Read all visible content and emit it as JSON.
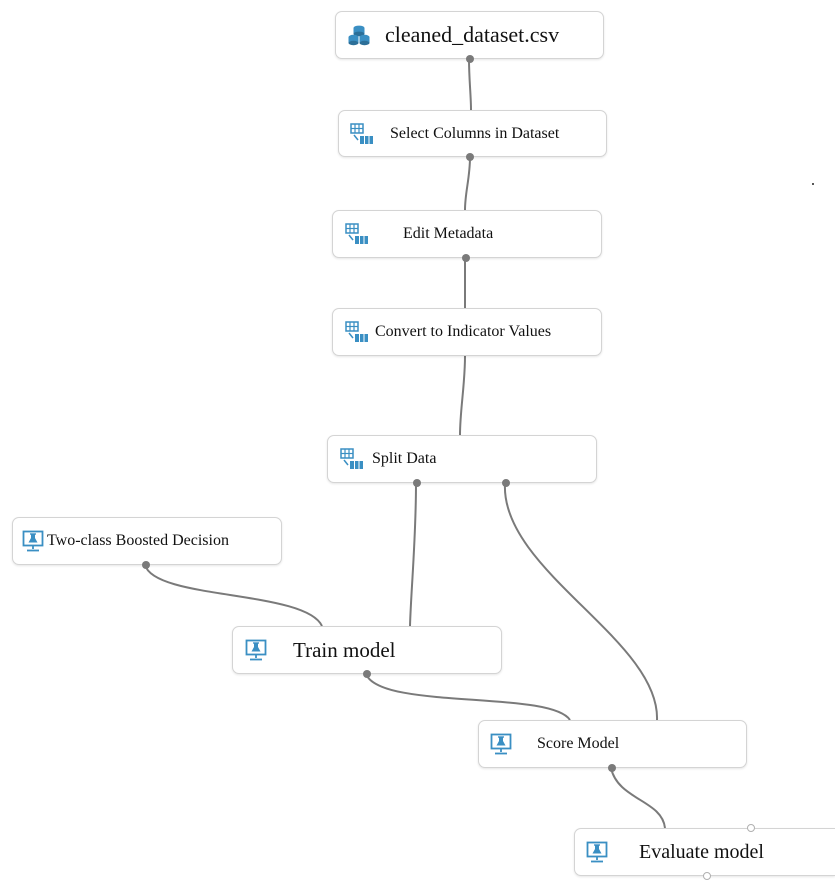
{
  "nodes": [
    {
      "id": "cleaned",
      "label": "cleaned_dataset.csv",
      "icon": "dataset-icon"
    },
    {
      "id": "selectcols",
      "label": "Select Columns in Dataset",
      "icon": "data-transform-icon"
    },
    {
      "id": "editmeta",
      "label": "Edit Metadata",
      "icon": "data-transform-icon"
    },
    {
      "id": "convert",
      "label": "Convert to Indicator Values",
      "icon": "data-transform-icon"
    },
    {
      "id": "split",
      "label": "Split Data",
      "icon": "data-transform-icon"
    },
    {
      "id": "twoclass",
      "label": "Two-class Boosted Decision",
      "icon": "ml-model-icon"
    },
    {
      "id": "train",
      "label": "Train model",
      "icon": "ml-model-icon"
    },
    {
      "id": "score",
      "label": "Score Model",
      "icon": "ml-model-icon"
    },
    {
      "id": "evaluate",
      "label": "Evaluate model",
      "icon": "ml-model-icon"
    }
  ],
  "colors": {
    "node_border": "#d4d4d4",
    "connector": "#7a7a7a",
    "icon_accent": "#3a8fc3"
  }
}
